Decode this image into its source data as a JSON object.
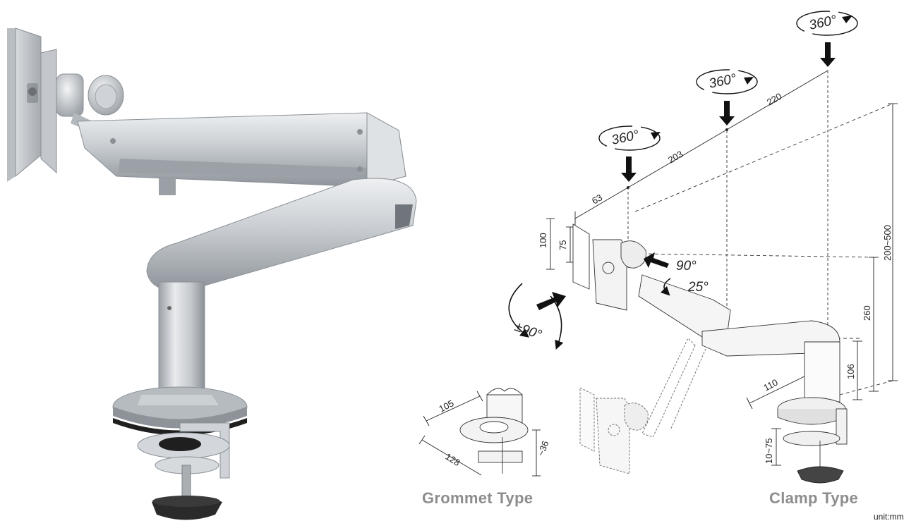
{
  "dimensions": {
    "arm_63": "63",
    "arm_203": "203",
    "arm_220": "220",
    "plate_100": "100",
    "plate_75": "75",
    "height_200_500": "200~500",
    "height_260": "260",
    "height_106": "106",
    "depth_110": "110",
    "grommet_105": "105",
    "grommet_128": "128",
    "grommet_36": "~36",
    "clamp_10_75": "10~75"
  },
  "angles": {
    "rotate_1": "360°",
    "rotate_2": "360°",
    "rotate_3": "360°",
    "tilt_90": "90°",
    "tilt_25": "25°",
    "swivel": "±90°"
  },
  "captions": {
    "grommet": "Grommet Type",
    "clamp": "Clamp Type",
    "unit": "unit:mm"
  },
  "colors": {
    "arm_silver": "#c9cdd1",
    "shadow": "#9aa0a6",
    "knob": "#2a2a2a",
    "caption_gray": "#8d8d8d"
  }
}
